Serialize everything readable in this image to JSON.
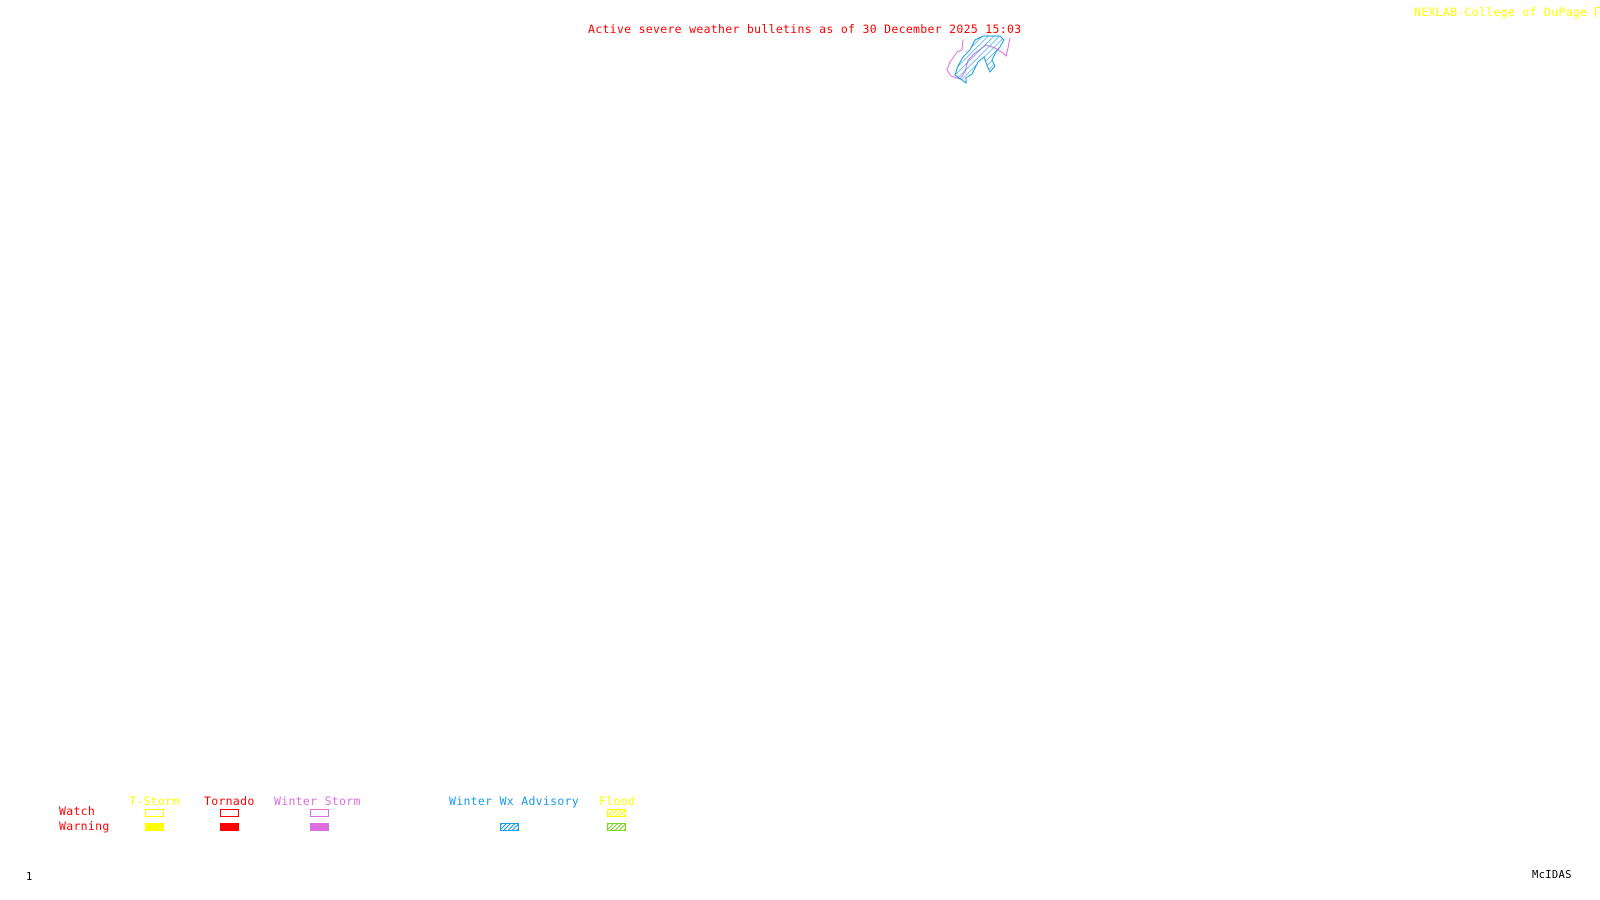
{
  "header": {
    "title": "Active severe weather bulletins as of 30 December 2025 15:03",
    "credit": "NEXLAB-College of DuPage",
    "credit_icon": "resize-corner-icon"
  },
  "legend": {
    "row_labels": {
      "watch": "Watch",
      "warning": "Warning"
    },
    "columns": [
      {
        "key": "tstorm",
        "label": "T-Storm",
        "color": "#ffff00",
        "watch_style": "outline",
        "warning_style": "solid"
      },
      {
        "key": "tornado",
        "label": "Tornado",
        "color": "#ff0000",
        "watch_style": "outline",
        "warning_style": "solid"
      },
      {
        "key": "winter-storm",
        "label": "Winter Storm",
        "color": "#dd6edd",
        "watch_style": "outline",
        "warning_style": "solid"
      },
      {
        "key": "winter-wx-advisory",
        "label": "Winter Wx Advisory",
        "color": "#1a9be6",
        "watch_style": "none",
        "warning_style": "hatched"
      },
      {
        "key": "flood",
        "label": "Flood",
        "color": "#ffff00",
        "warning_color": "#7ed321",
        "watch_style": "hatched",
        "warning_style": "hatched"
      }
    ]
  },
  "map": {
    "active_bulletins": [
      {
        "type": "Winter Storm",
        "style": "outline",
        "color": "#dd6edd"
      },
      {
        "type": "Winter Wx Advisory",
        "style": "hatched",
        "color": "#1a9be6"
      }
    ]
  },
  "footer": {
    "frame_number": "1",
    "software": "McIDAS"
  }
}
